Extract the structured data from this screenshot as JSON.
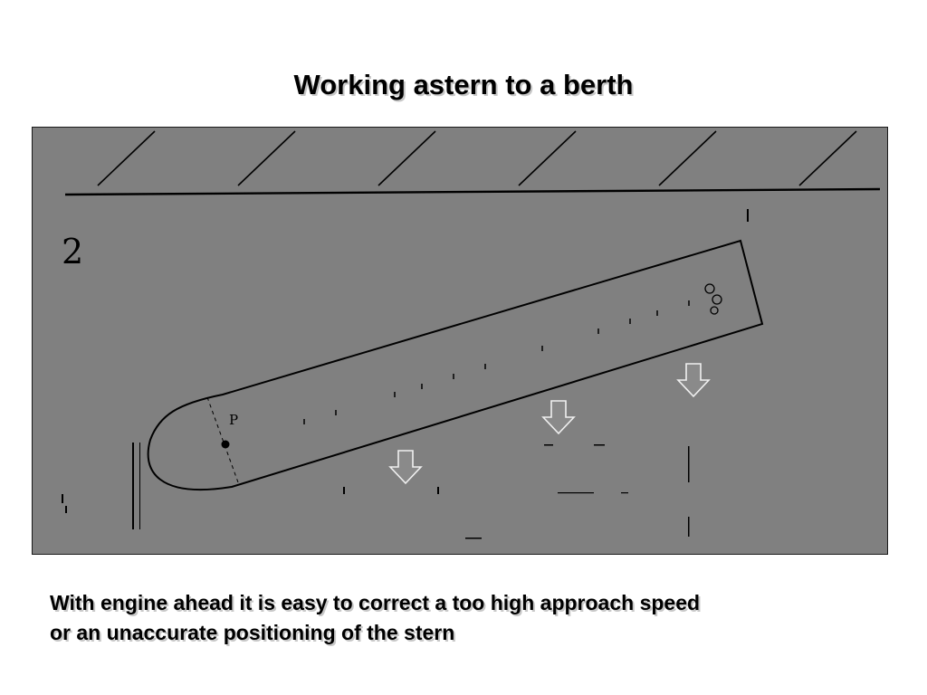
{
  "slide": {
    "title": "Working astern to a berth",
    "caption_lines": [
      "With engine ahead it is easy to correct a too high approach speed",
      "or an unaccurate positioning of the stern"
    ]
  },
  "diagram": {
    "step_number": "2",
    "point_label": "P",
    "colors": {
      "background": "#808080",
      "line": "#000000",
      "arrow_fill": "#8a8a8a",
      "arrow_stroke": "#f0f0f0"
    },
    "arrow_icon": "down-arrow-icon",
    "arrow_count": 3
  }
}
